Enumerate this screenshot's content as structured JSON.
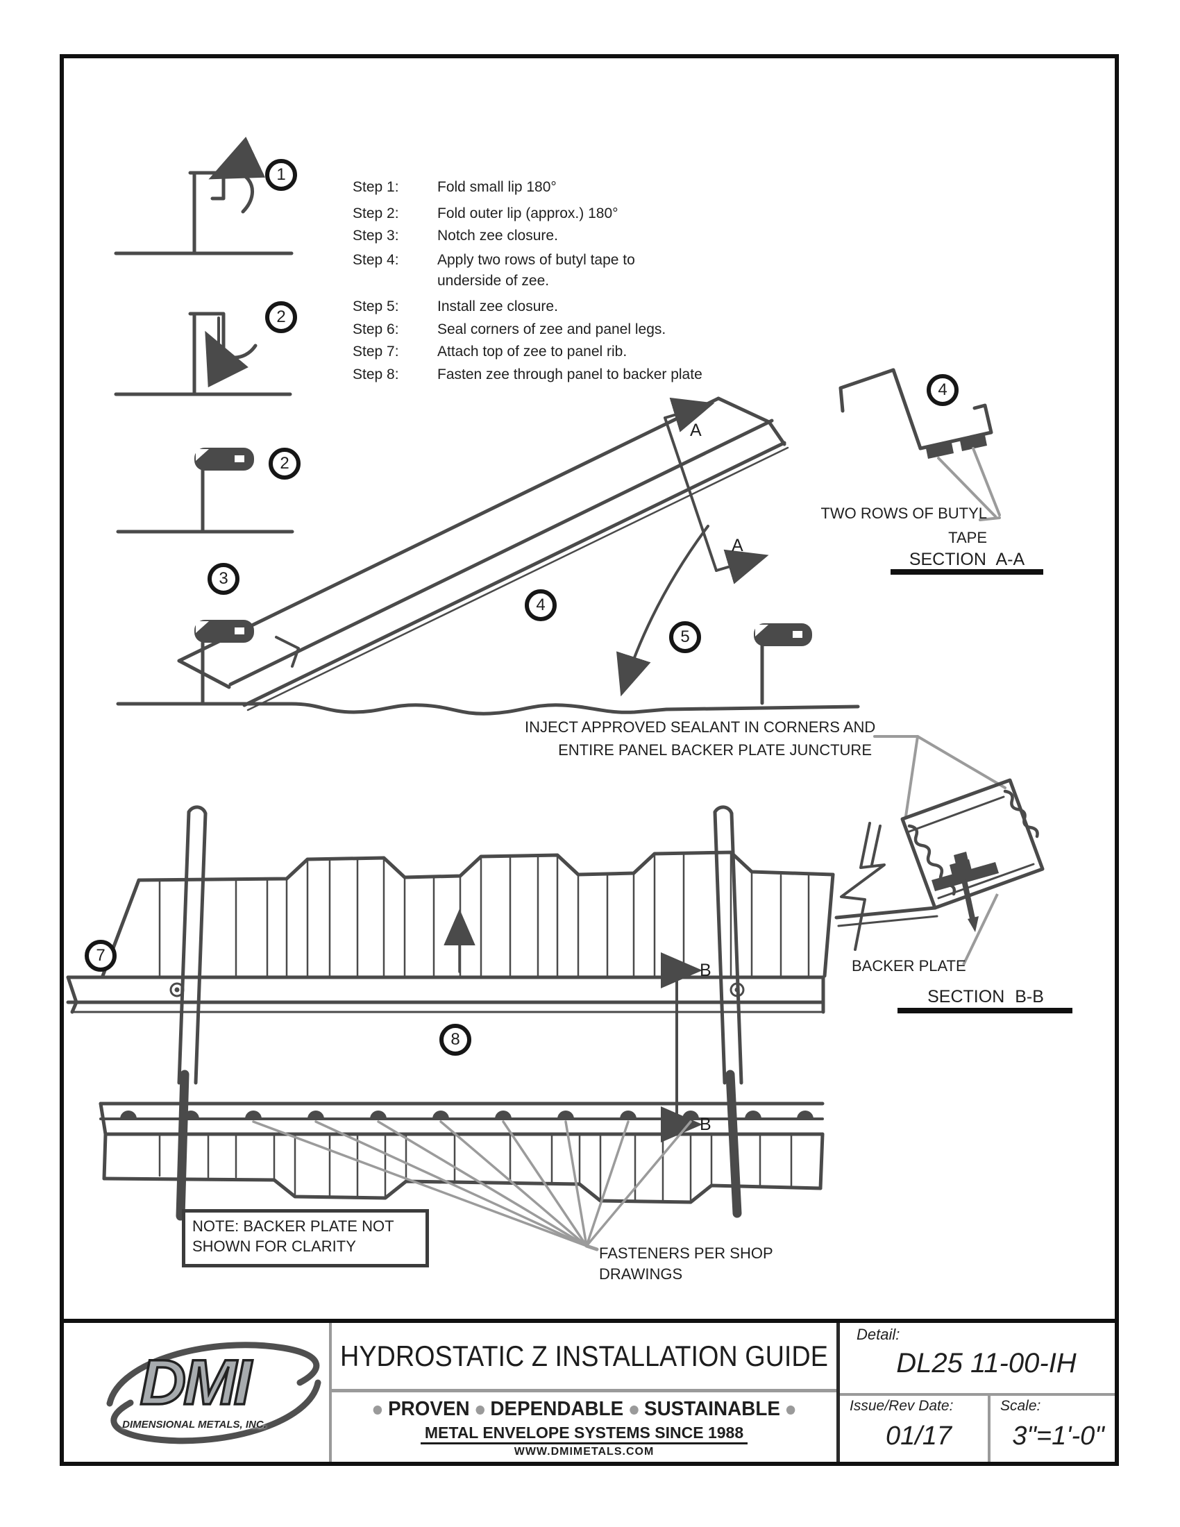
{
  "steps": [
    {
      "label": "Step 1:",
      "text": "Fold small lip 180°"
    },
    {
      "label": "Step 2:",
      "text": "Fold outer lip (approx.) 180°"
    },
    {
      "label": "Step 3:",
      "text": "Notch zee closure."
    },
    {
      "label": "Step 4:",
      "text": "Apply two rows of butyl tape to",
      "text2": "underside of zee."
    },
    {
      "label": "Step 5:",
      "text": "Install zee closure."
    },
    {
      "label": "Step 6:",
      "text": "Seal corners of zee and panel legs."
    },
    {
      "label": "Step 7:",
      "text": "Attach top of zee to panel rib."
    },
    {
      "label": "Step 8:",
      "text": "Fasten zee through panel to backer plate"
    }
  ],
  "callouts": {
    "c1": "1",
    "c2": "2",
    "c2b": "2",
    "c3": "3",
    "c4": "4",
    "c4s": "4",
    "c5": "5",
    "c7": "7",
    "c8": "8"
  },
  "labels": {
    "butyl_line1": "TWO ROWS OF BUTYL",
    "butyl_line2": "TAPE",
    "section_aa": "SECTION A-A",
    "sealant_line1": "INJECT APPROVED SEALANT IN CORNERS AND",
    "sealant_line2": "ENTIRE PANEL BACKER PLATE JUNCTURE",
    "backer_plate": "BACKER PLATE",
    "section_bb": "SECTION B-B",
    "note_line1": "NOTE: BACKER PLATE NOT",
    "note_line2": "SHOWN FOR CLARITY",
    "fasteners_line1": "FASTENERS PER SHOP",
    "fasteners_line2": "DRAWINGS",
    "cut_a": "A",
    "cut_b": "B"
  },
  "title_block": {
    "logo_text": "DMI",
    "logo_subtext": "DIMENSIONAL METALS, INC.",
    "title": "HYDROSTATIC Z INSTALLATION GUIDE",
    "tagline_word1": "PROVEN",
    "tagline_word2": "DEPENDABLE",
    "tagline_word3": "SUSTAINABLE",
    "tagline_sub": "METAL ENVELOPE SYSTEMS SINCE 1988",
    "website": "WWW.DMIMETALS.COM",
    "detail_label": "Detail:",
    "detail_value": "DL25 11-00-IH",
    "issue_label": "Issue/Rev Date:",
    "issue_value": "01/17",
    "scale_label": "Scale:",
    "scale_value": "3\"=1'-0\""
  },
  "colors": {
    "line": "#4a4a4a",
    "leader": "#9b9b9b",
    "ink": "#1f1f1f",
    "accent_gray": "#9a9a9a"
  }
}
